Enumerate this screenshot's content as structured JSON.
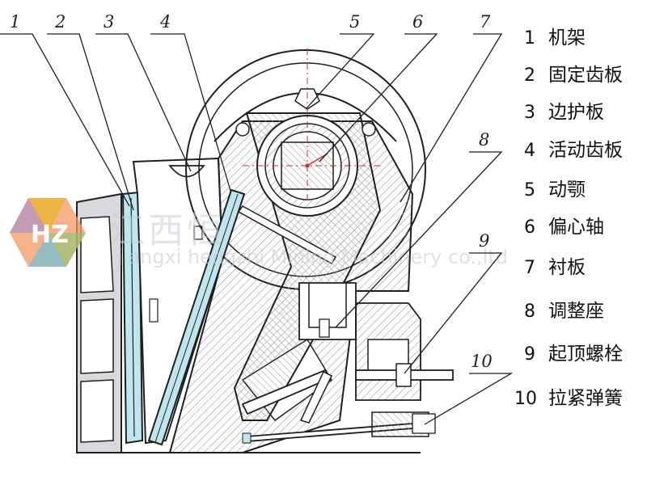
{
  "callouts": [
    "1",
    "2",
    "3",
    "4",
    "5",
    "6",
    "7",
    "8",
    "9",
    "10"
  ],
  "legend": [
    {
      "num": "1",
      "label": "机架"
    },
    {
      "num": "2",
      "label": "固定齿板"
    },
    {
      "num": "3",
      "label": "边护板"
    },
    {
      "num": "4",
      "label": "活动齿板"
    },
    {
      "num": "5",
      "label": "动颚"
    },
    {
      "num": "6",
      "label": "偏心轴"
    },
    {
      "num": "7",
      "label": "衬板"
    },
    {
      "num": "8",
      "label": "调整座"
    },
    {
      "num": "9",
      "label": "起顶螺栓"
    },
    {
      "num": "10",
      "label": "拉紧弹簧"
    }
  ],
  "watermark": {
    "logo": "HZ",
    "chinese": "江西恒",
    "english": "jiangxi hengzhi Mining Machinery co.,ltd"
  },
  "colors": {
    "line": "#1f1f1f",
    "fixed_jaw_plate": "#bfe6ef",
    "frame_hatch": "#888888",
    "centerline": "#d12a2a",
    "watermark_logo": [
      "#f39a63",
      "#e8b62a",
      "#6ec1d9",
      "#8ac473",
      "#a38ad1"
    ]
  }
}
